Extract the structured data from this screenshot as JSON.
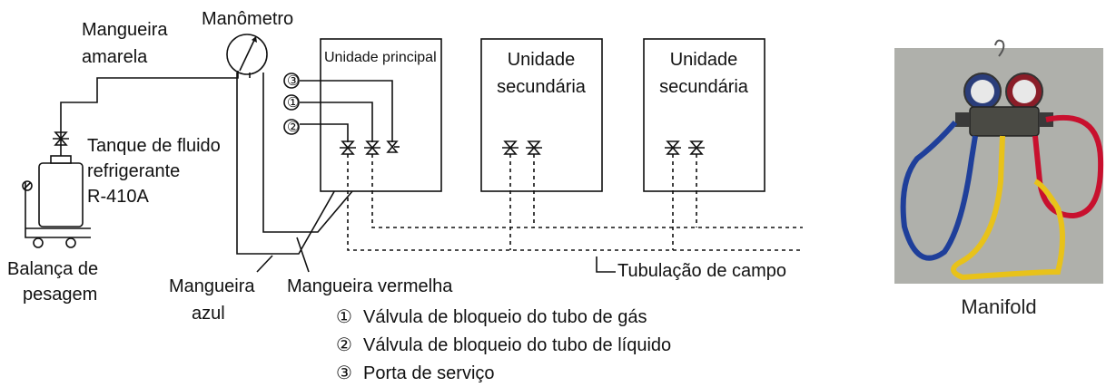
{
  "labels": {
    "mangueira_amarela": [
      "Mangueira",
      "amarela"
    ],
    "manometro": "Manômetro",
    "tanque": [
      "Tanque de fluido",
      "refrigerante",
      "R-410A"
    ],
    "balanca": [
      "Balança de",
      "pesagem"
    ],
    "mangueira_azul": [
      "Mangueira",
      "azul"
    ],
    "mangueira_vermelha": "Mangueira vermelha",
    "tubulacao": "Tubulação de campo",
    "unidade_principal": "Unidade principal",
    "unidade_secundaria_1": [
      "Unidade",
      "secundária"
    ],
    "unidade_secundaria_2": [
      "Unidade",
      "secundária"
    ]
  },
  "markers": [
    "③",
    "①",
    "②"
  ],
  "legend": [
    {
      "num": "①",
      "text": "Válvula de bloqueio do tubo de gás"
    },
    {
      "num": "②",
      "text": "Válvula de bloqueio do tubo de líquido"
    },
    {
      "num": "③",
      "text": "Porta de serviço"
    }
  ],
  "photo": {
    "caption": "Manifold"
  },
  "colors": {
    "blue_hose": "#1f3f9a",
    "red_hose": "#c8102e",
    "yellow_hose": "#e8c21a"
  }
}
